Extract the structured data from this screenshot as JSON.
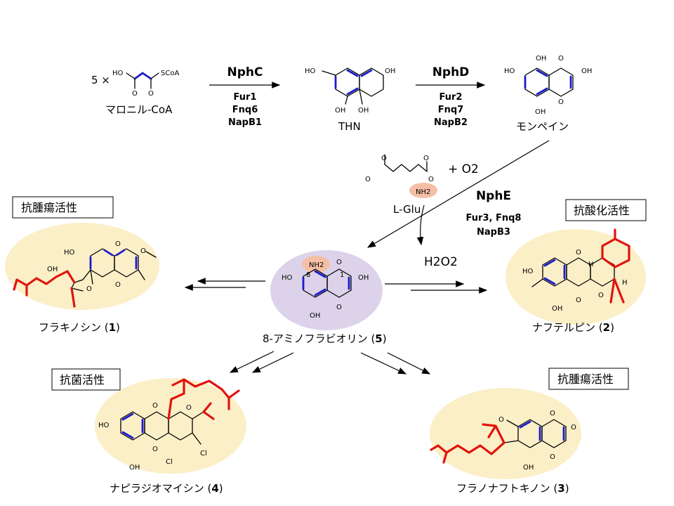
{
  "steps": {
    "start": {
      "multiplier": "5 ×",
      "ho": "HO",
      "scoa": "SCoA",
      "o": "O",
      "name": "マロニル-CoA"
    },
    "step1_main_enzyme": "NphC",
    "step1_enzymes": [
      "Fur1",
      "Fnq6",
      "NapB1"
    ],
    "thn": {
      "name": "THN",
      "oh": "OH",
      "ho": "HO"
    },
    "step2_main_enzyme": "NphD",
    "step2_enzymes": [
      "Fur2",
      "Fnq7",
      "NapB2"
    ],
    "monapin": {
      "name": "モンペイン",
      "oh": "OH",
      "ho": "HO",
      "o": "O"
    },
    "step3_main_enzyme": "NphE",
    "step3_enzymes": [
      "Fur3, Fnq8",
      "NapB3"
    ],
    "lglu": {
      "name": "L-Glu",
      "nh2": "NH2",
      "o": "O",
      "plus_o2": "+ O2"
    },
    "h2o2": "H2O2"
  },
  "center": {
    "name": "8-アミノフラビオリン",
    "num": "5",
    "nh2": "NH2",
    "oh": "OH",
    "ho": "HO",
    "o": "O",
    "n8": "8",
    "n1": "1"
  },
  "products": [
    {
      "id": "1",
      "name": "フラキノシン",
      "activity": "抗腫瘍活性"
    },
    {
      "id": "2",
      "name": "ナフテルピン",
      "activity": "抗酸化活性"
    },
    {
      "id": "4",
      "name": "ナピラジオマイシン",
      "activity": "抗菌活性"
    },
    {
      "id": "3",
      "name": "フラノナフトキノン",
      "activity": "抗腫瘍活性"
    }
  ],
  "atoms": {
    "ho": "HO",
    "oh": "OH",
    "o": "O",
    "cl": "Cl",
    "h": "H"
  },
  "colors": {
    "blue_bonds": "#1b1bcc",
    "red_bonds": "#e0140e",
    "ellipse_yellow": "#fbefc7",
    "ellipse_purple": "#dcd3ea",
    "nh2_highlight": "#f4bfa6"
  }
}
